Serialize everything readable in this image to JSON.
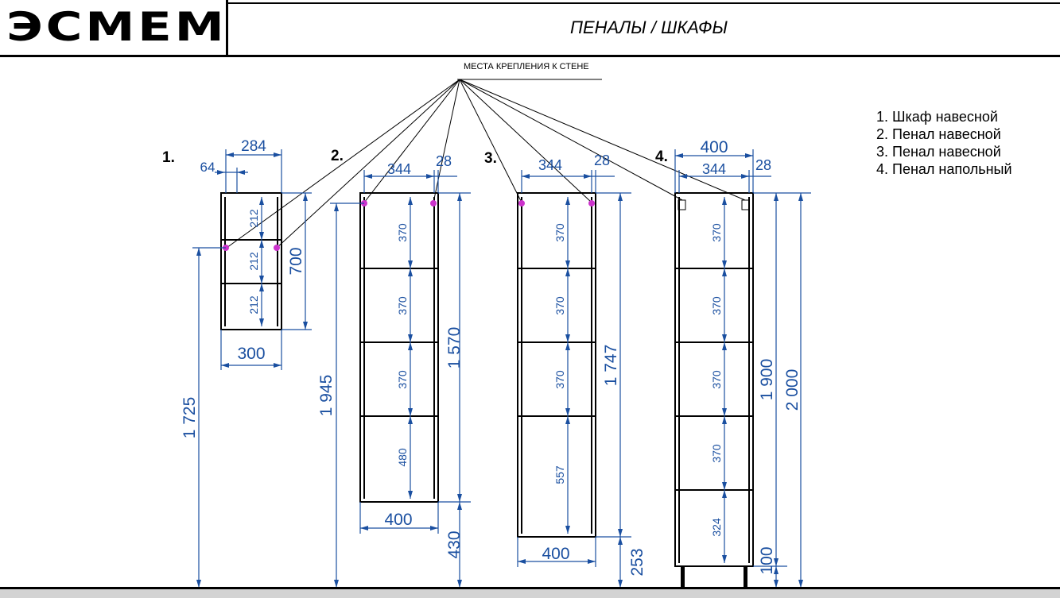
{
  "header": {
    "logo": "ЭСМЕМ",
    "title": "ПЕНАЛЫ / ШКАФЫ"
  },
  "mount_label": "МЕСТА КРЕПЛЕНИЯ К СТЕНЕ",
  "legend": [
    "1. Шкаф навесной",
    "2. Пенал навесной",
    "3. Пенал навесной",
    "4. Пенал напольный"
  ],
  "colors": {
    "dimension": "#1a4fa0",
    "outline": "#000000",
    "mount_point": "#cc33cc",
    "floor": "#d3d3d3"
  },
  "items": [
    {
      "number": "1.",
      "dims": {
        "inner_width": "284",
        "offset": "64",
        "width": "300",
        "height": "700",
        "mount_height": "1 725",
        "shelves": [
          "212",
          "212",
          "212"
        ]
      }
    },
    {
      "number": "2.",
      "dims": {
        "inner_width": "344",
        "side": "28",
        "width": "400",
        "height": "1 570",
        "total_height": "1 945",
        "gap": "430",
        "shelves": [
          "370",
          "370",
          "370",
          "480"
        ]
      }
    },
    {
      "number": "3.",
      "dims": {
        "inner_width": "344",
        "side": "28",
        "width": "400",
        "height": "1 747",
        "gap": "253",
        "shelves": [
          "370",
          "370",
          "370",
          "557"
        ]
      }
    },
    {
      "number": "4.",
      "dims": {
        "outer_width": "400",
        "inner_width": "344",
        "side": "28",
        "height": "1 900",
        "total_height": "2 000",
        "legs": "100",
        "shelves": [
          "370",
          "370",
          "370",
          "370",
          "324"
        ]
      }
    }
  ]
}
